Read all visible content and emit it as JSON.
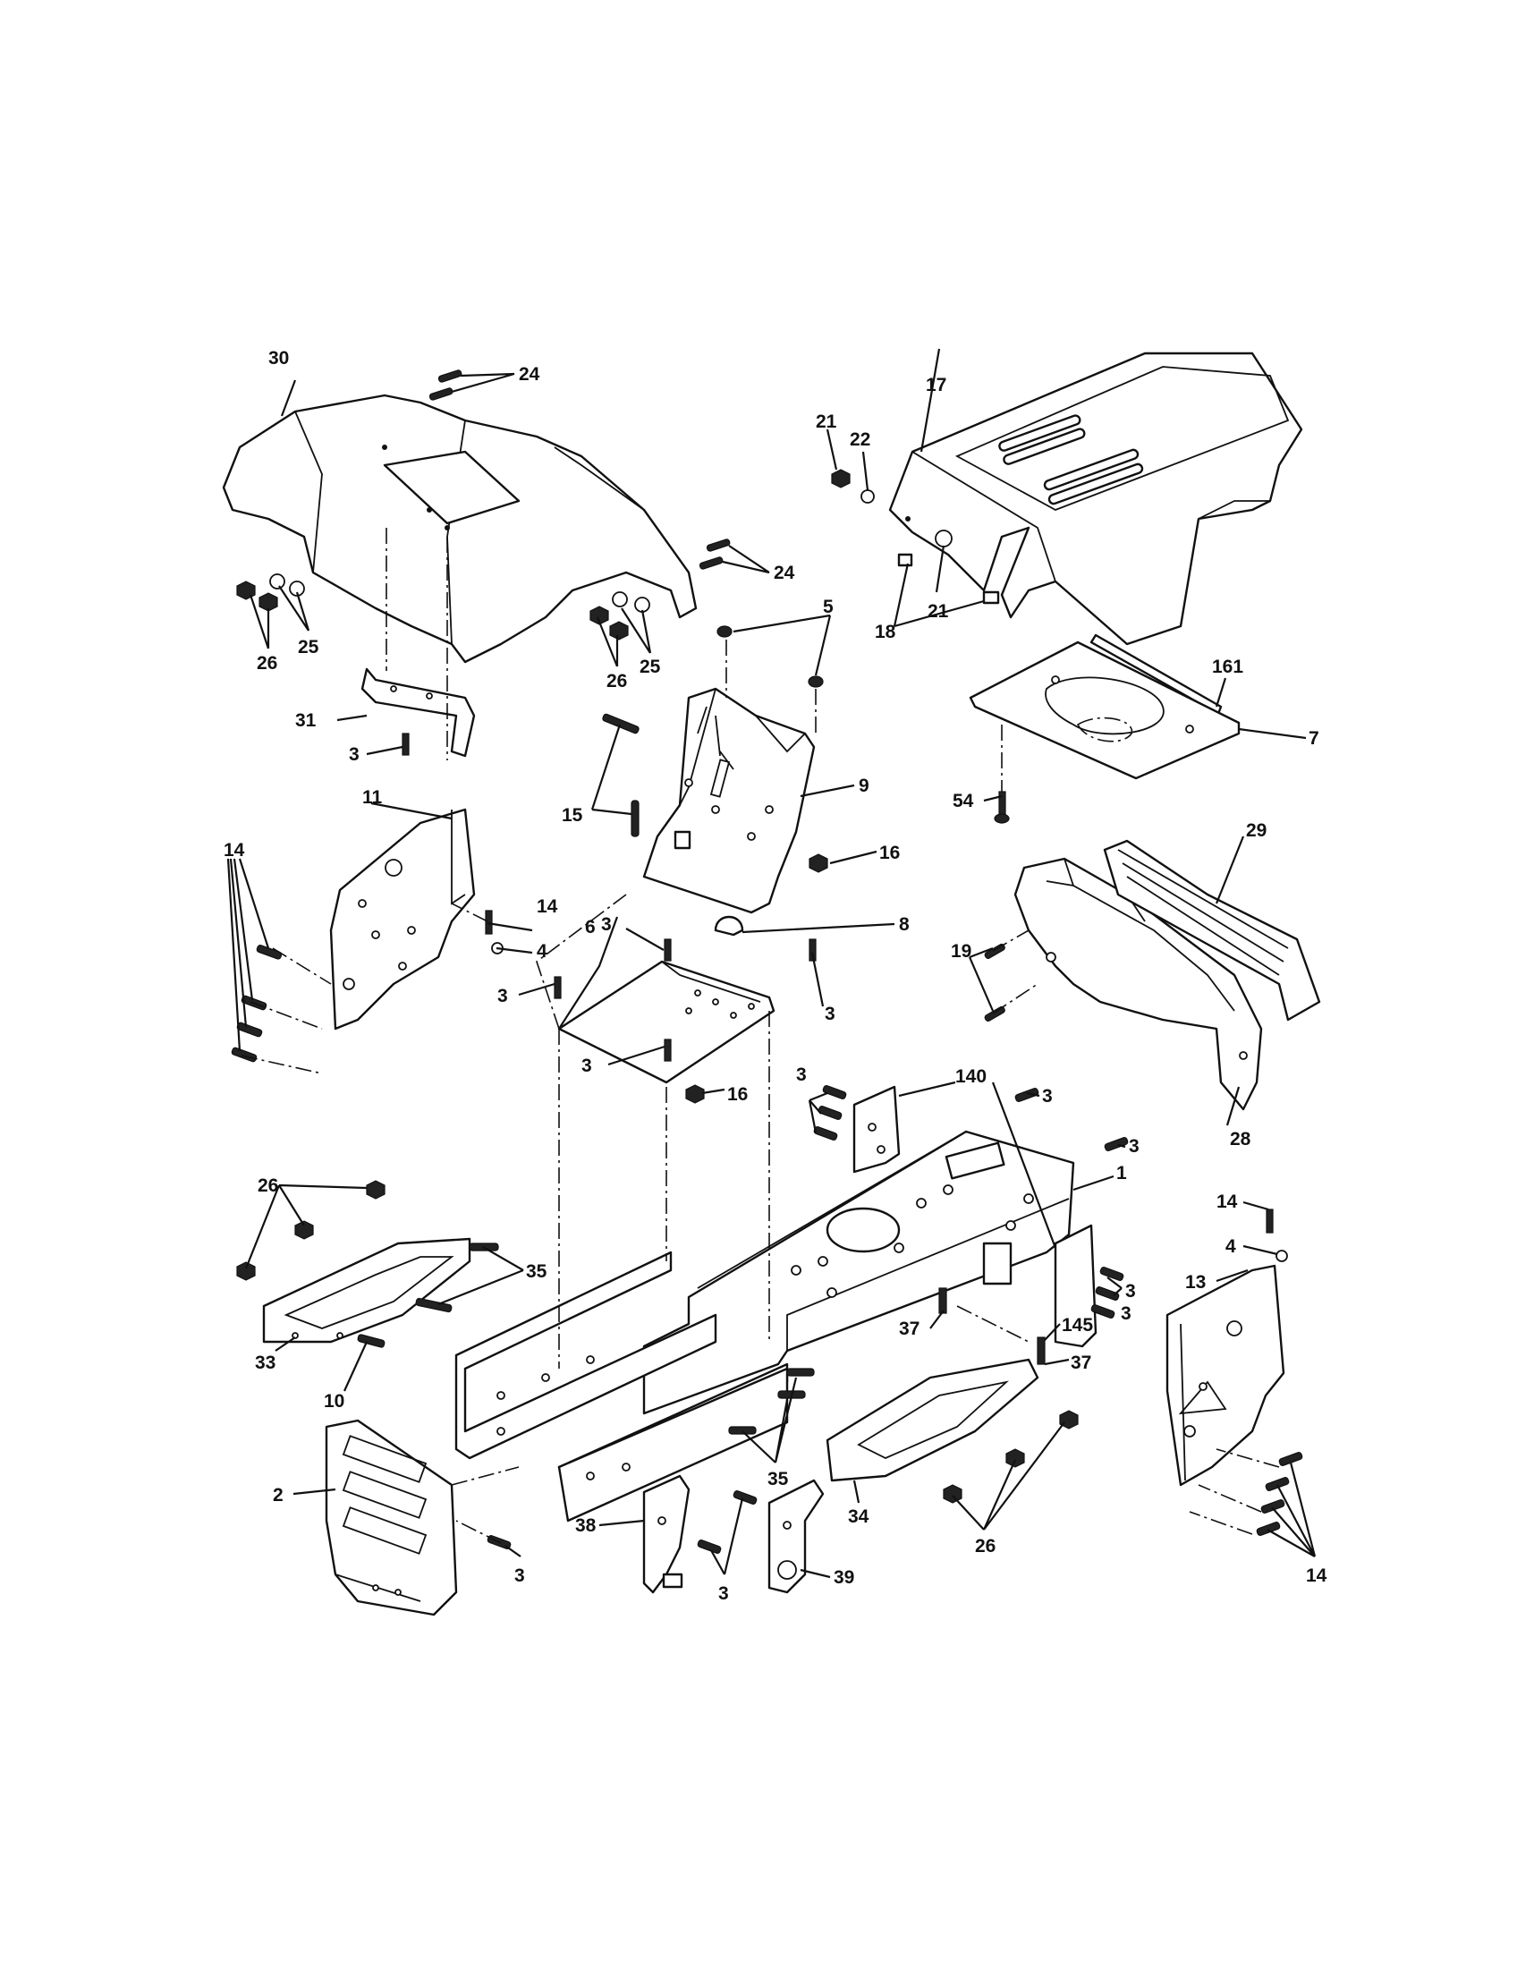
{
  "diagram": {
    "callouts": {
      "c1": "1",
      "c2": "2",
      "c3": "3",
      "c4": "4",
      "c5": "5",
      "c6": "6",
      "c7": "7",
      "c8": "8",
      "c9": "9",
      "c10": "10",
      "c11": "11",
      "c13": "13",
      "c14": "14",
      "c15": "15",
      "c16": "16",
      "c17": "17",
      "c18": "18",
      "c19": "19",
      "c21": "21",
      "c22": "22",
      "c24": "24",
      "c25": "25",
      "c26": "26",
      "c28": "28",
      "c29": "29",
      "c30": "30",
      "c31": "31",
      "c33": "33",
      "c34": "34",
      "c35": "35",
      "c37": "37",
      "c38": "38",
      "c39": "39",
      "c54": "54",
      "c140": "140",
      "c145": "145",
      "c161": "161"
    }
  }
}
